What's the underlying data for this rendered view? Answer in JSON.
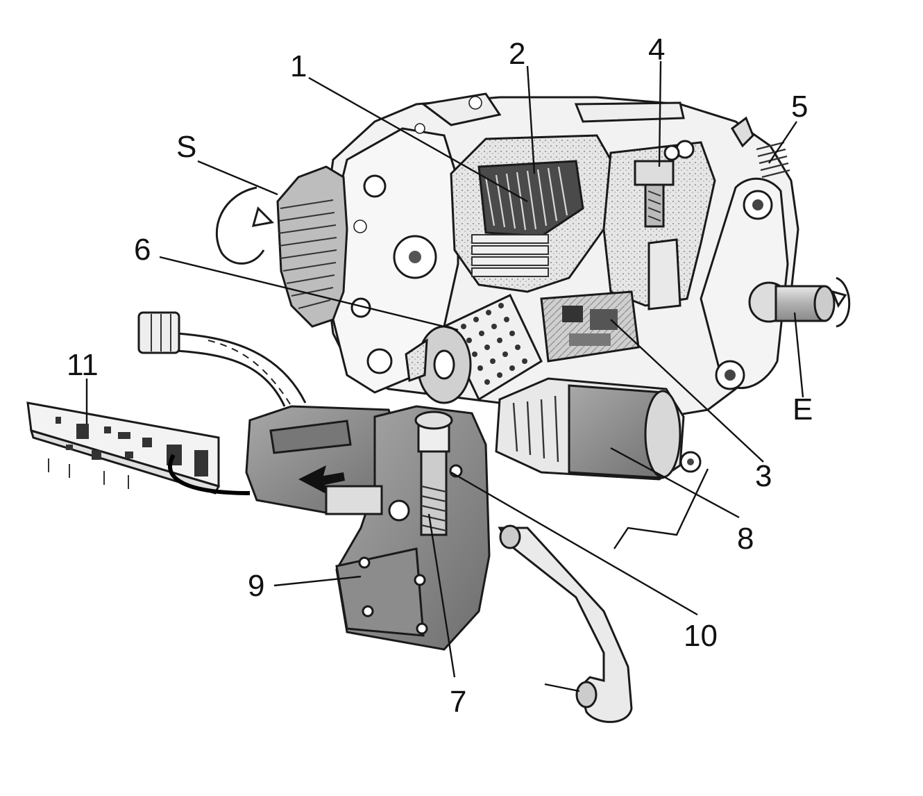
{
  "labels": {
    "n1": "1",
    "n2": "2",
    "n3": "3",
    "n4": "4",
    "n5": "5",
    "n6": "6",
    "n7": "7",
    "n8": "8",
    "n9": "9",
    "n10": "10",
    "n11": "11",
    "s": "S",
    "e": "E"
  }
}
